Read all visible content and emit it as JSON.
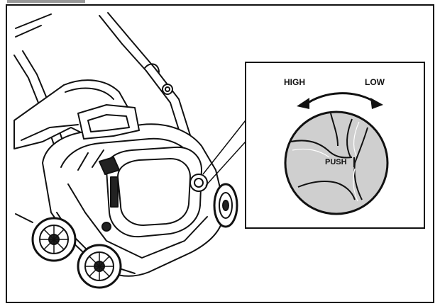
{
  "diagram": {
    "labels": {
      "high": "HIGH",
      "low": "LOW",
      "push": "PUSH"
    },
    "colors": {
      "line": "#111111",
      "knob_fill": "#cfcfcf",
      "background": "#ffffff"
    }
  }
}
